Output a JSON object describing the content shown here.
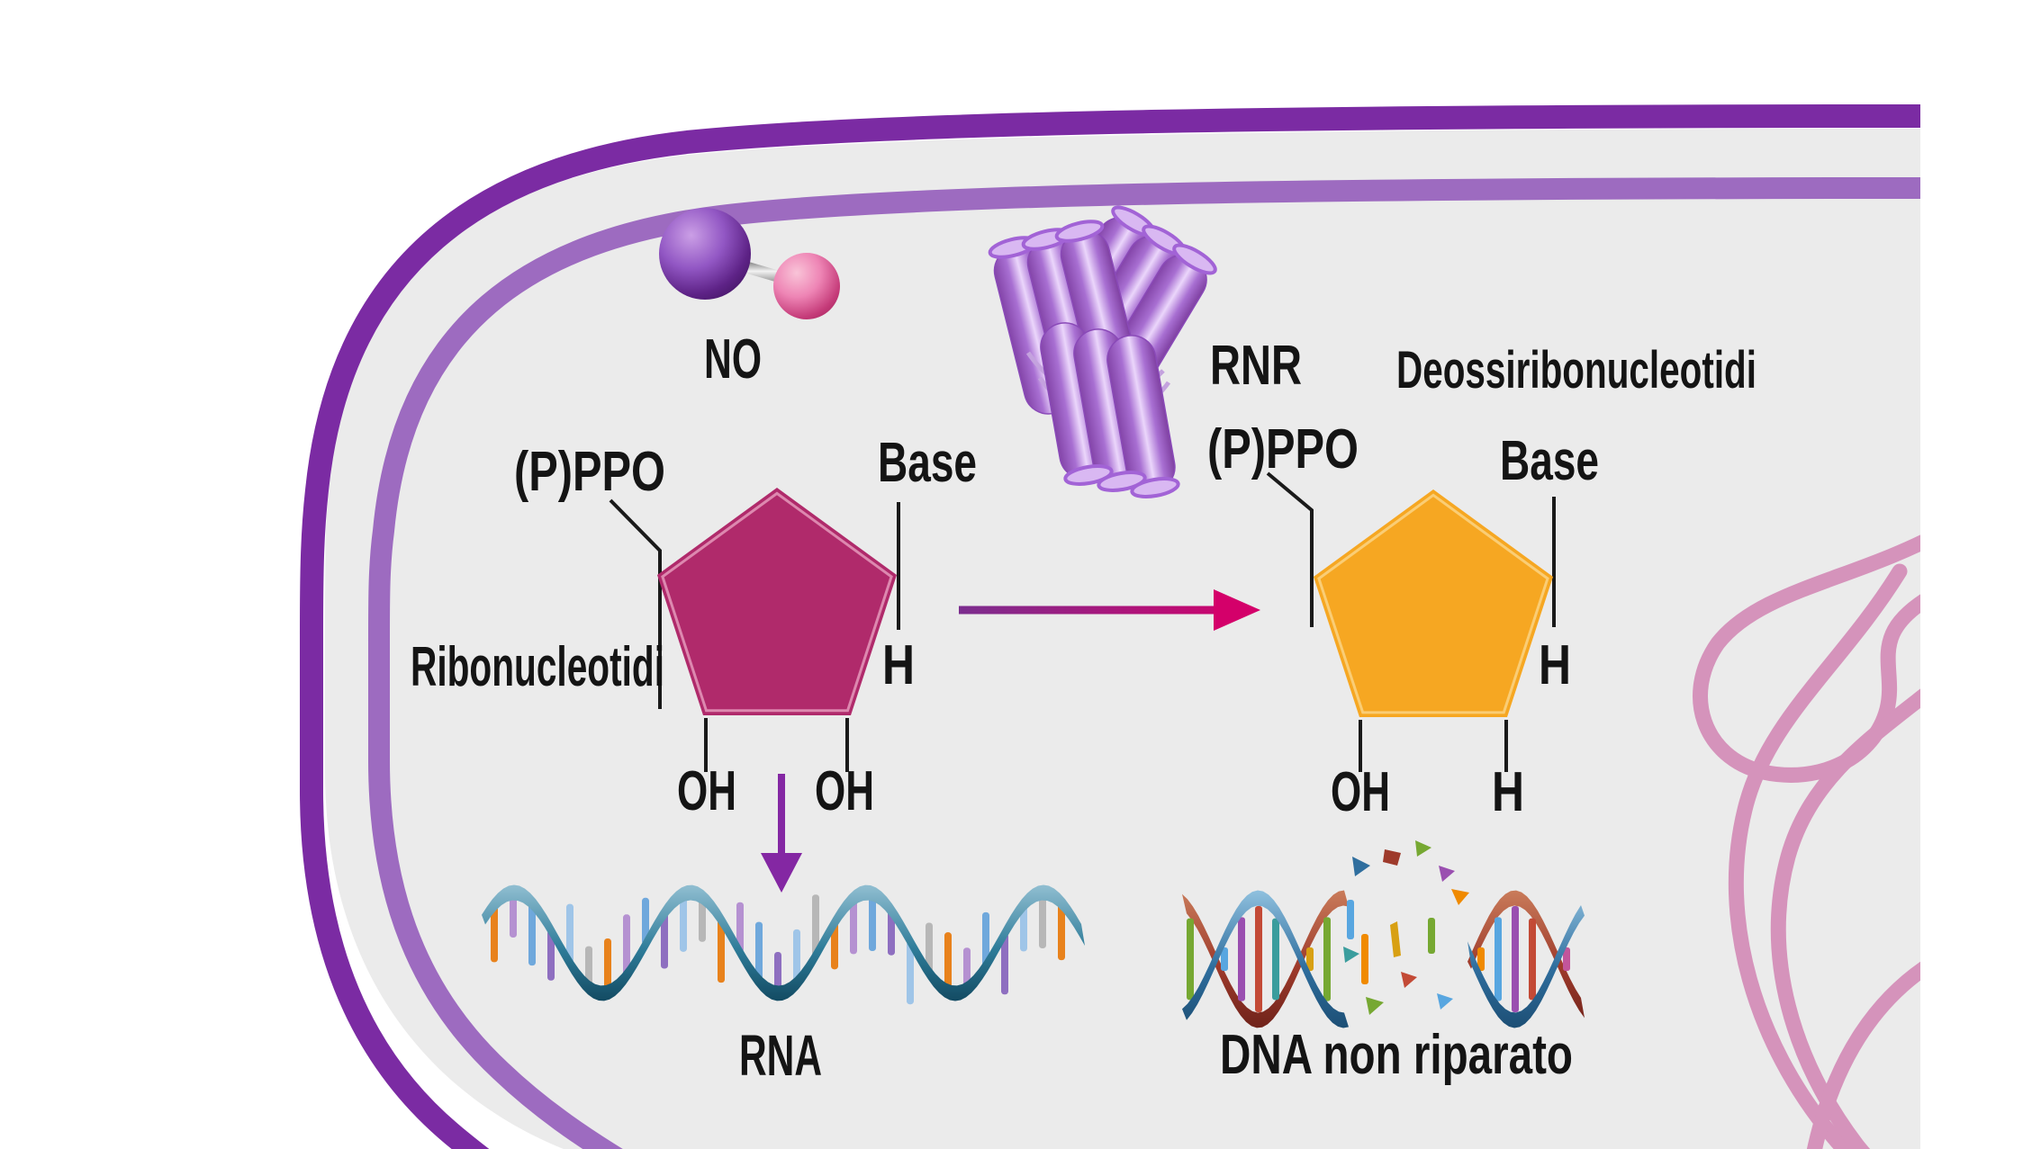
{
  "diagram": {
    "no_molecule": {
      "label": "NO"
    },
    "enzyme": {
      "label": "RNR"
    },
    "ribonucleotide": {
      "name": "Ribonucleotidi",
      "phosphate": "(P)PPO",
      "base": "Base",
      "h_side": "H",
      "oh_bottom_left": "OH",
      "oh_bottom_right": "OH"
    },
    "deoxyribonucleotide": {
      "title": "Deossiribonucleotidi",
      "phosphate": "(P)PPO",
      "base": "Base",
      "h_side": "H",
      "oh_bottom": "OH",
      "h_bottom": "H"
    },
    "rna": {
      "label": "RNA"
    },
    "dna": {
      "label": "DNA non riparato"
    }
  },
  "colors": {
    "background": "#FFFFFF",
    "cytoplasm": "#EBEBEB",
    "membrane_outer": "#7B2BA3",
    "membrane_inner": "#9D6BC0",
    "pentagon_ribose": "#B02A6B",
    "pentagon_ribose_bevel": "#E9A0C0",
    "pentagon_deoxyribose": "#F6A722",
    "pentagon_deoxyribose_bevel": "#FBD27E",
    "oh_highlight": "#7E2FA3",
    "arrow_gradient_start": "#7B2D8E",
    "arrow_gradient_end": "#D4006A",
    "arrow_down": "#8427A3",
    "text": "#141414",
    "nucleoid_squiggle": "#D593BB",
    "no_sphere_purple": "#7B3FA8",
    "no_sphere_pink": "#E06C9F",
    "enzyme_purple": "#A86FD2",
    "rna_ribbon_dark": "#1C5F7A",
    "rna_ribbon_light": "#8FBDD0",
    "dna_strand_blue": "#2F6E9E",
    "dna_strand_red": "#9E3A2B",
    "rna_bar_colors": [
      "#E8821C",
      "#B591D1",
      "#6FA8DC",
      "#8E6FC0",
      "#9FC5E8",
      "#B7B7B7"
    ],
    "dna_bar_colors": [
      "#76A832",
      "#F08A00",
      "#58A6E0",
      "#9A4FB0",
      "#C34A36",
      "#3A9D9D",
      "#C2559B",
      "#D8A013"
    ]
  }
}
